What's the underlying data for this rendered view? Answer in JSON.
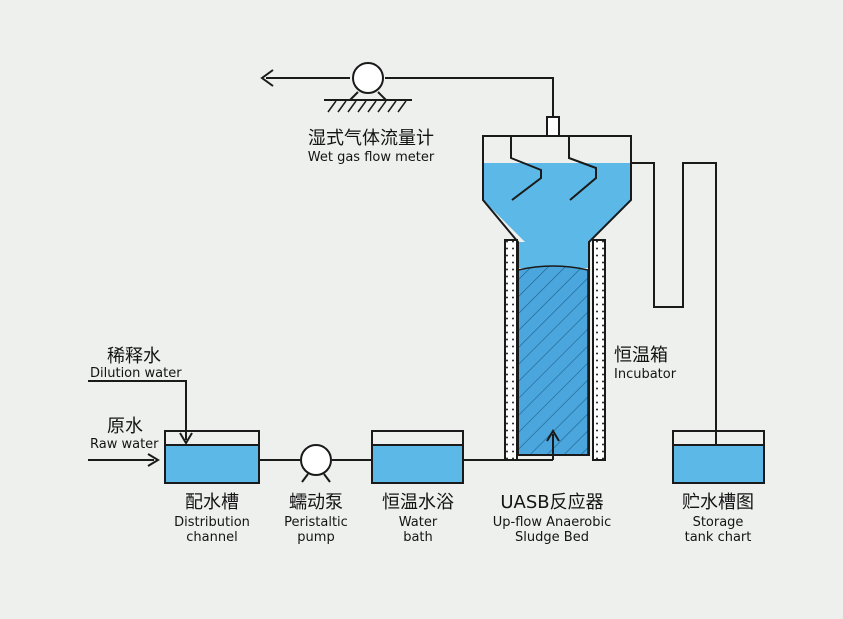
{
  "labels": {
    "gas_meter_zh": "湿式气体流量计",
    "gas_meter_en": "Wet gas flow meter",
    "incubator_zh": "恒温箱",
    "incubator_en": "Incubator",
    "dilution_zh": "稀释水",
    "dilution_en": "Dilution water",
    "raw_zh": "原水",
    "raw_en": "Raw water",
    "distribution_zh": "配水槽",
    "distribution_en_1": "Distribution",
    "distribution_en_2": "channel",
    "pump_zh": "蠕动泵",
    "pump_en_1": "Peristaltic",
    "pump_en_2": "pump",
    "bath_zh": "恒温水浴",
    "bath_en_1": "Water",
    "bath_en_2": "bath",
    "uasb_zh": "UASB反应器",
    "uasb_en_1": "Up-flow Anaerobic",
    "uasb_en_2": "Sludge Bed",
    "storage_zh": "贮水槽图",
    "storage_en_1": "Storage",
    "storage_en_2": "tank chart"
  },
  "colors": {
    "water": "#5cb8e6",
    "sludge": "#4aa6dc",
    "line": "#1a1a1a",
    "background": "#eef0ee"
  }
}
